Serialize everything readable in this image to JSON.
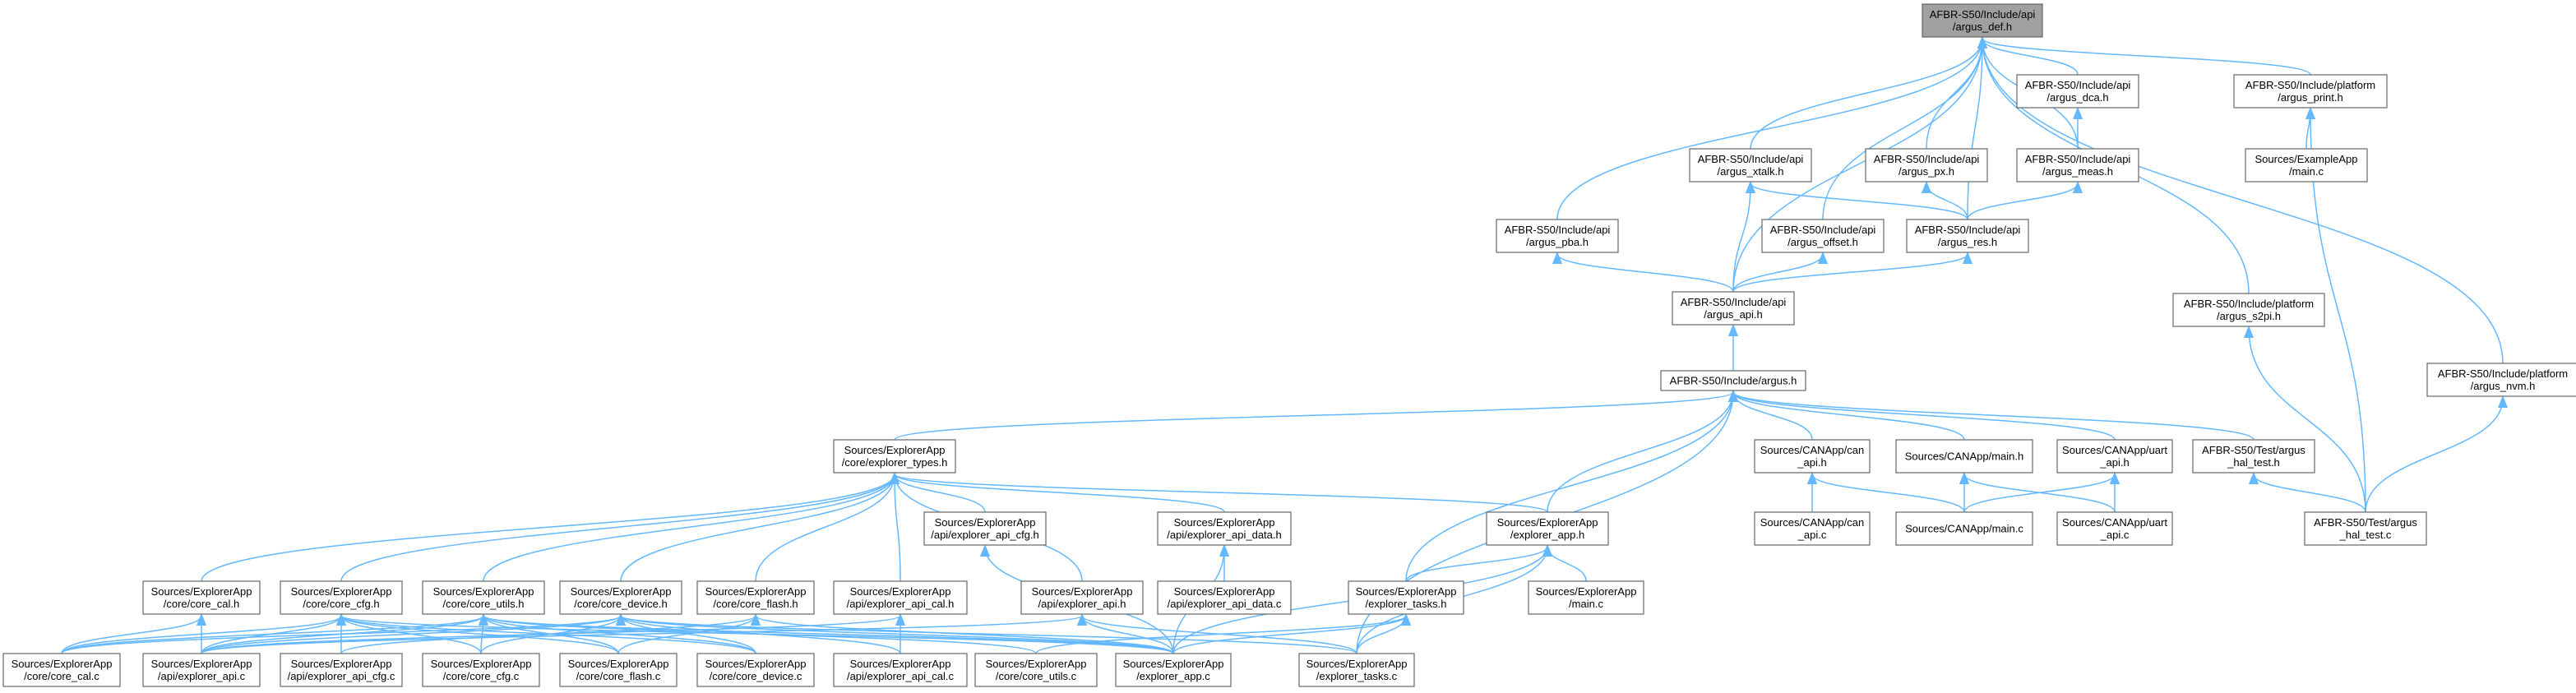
{
  "graph": {
    "nodes": [
      {
        "id": "argus_def",
        "lines": [
          "AFBR-S50/Include/api",
          "/argus_def.h"
        ],
        "highlighted": true
      },
      {
        "id": "argus_dca",
        "lines": [
          "AFBR-S50/Include/api",
          "/argus_dca.h"
        ]
      },
      {
        "id": "argus_print",
        "lines": [
          "AFBR-S50/Include/platform",
          "/argus_print.h"
        ]
      },
      {
        "id": "argus_xtalk",
        "lines": [
          "AFBR-S50/Include/api",
          "/argus_xtalk.h"
        ]
      },
      {
        "id": "argus_px",
        "lines": [
          "AFBR-S50/Include/api",
          "/argus_px.h"
        ]
      },
      {
        "id": "argus_meas",
        "lines": [
          "AFBR-S50/Include/api",
          "/argus_meas.h"
        ]
      },
      {
        "id": "example_main",
        "lines": [
          "Sources/ExampleApp",
          "/main.c"
        ]
      },
      {
        "id": "argus_pba",
        "lines": [
          "AFBR-S50/Include/api",
          "/argus_pba.h"
        ]
      },
      {
        "id": "argus_offset",
        "lines": [
          "AFBR-S50/Include/api",
          "/argus_offset.h"
        ]
      },
      {
        "id": "argus_res",
        "lines": [
          "AFBR-S50/Include/api",
          "/argus_res.h"
        ]
      },
      {
        "id": "argus_api",
        "lines": [
          "AFBR-S50/Include/api",
          "/argus_api.h"
        ]
      },
      {
        "id": "argus_s2pi",
        "lines": [
          "AFBR-S50/Include/platform",
          "/argus_s2pi.h"
        ]
      },
      {
        "id": "argus_nvm",
        "lines": [
          "AFBR-S50/Include/platform",
          "/argus_nvm.h"
        ]
      },
      {
        "id": "argus_h",
        "lines": [
          "AFBR-S50/Include/argus.h"
        ]
      },
      {
        "id": "explorer_types",
        "lines": [
          "Sources/ExplorerApp",
          "/core/explorer_types.h"
        ]
      },
      {
        "id": "can_api_h",
        "lines": [
          "Sources/CANApp/can",
          "_api.h"
        ]
      },
      {
        "id": "can_main_h",
        "lines": [
          "Sources/CANApp/main.h"
        ]
      },
      {
        "id": "uart_api_h",
        "lines": [
          "Sources/CANApp/uart",
          "_api.h"
        ]
      },
      {
        "id": "argus_hal_test_h",
        "lines": [
          "AFBR-S50/Test/argus",
          "_hal_test.h"
        ]
      },
      {
        "id": "api_cfg_h",
        "lines": [
          "Sources/ExplorerApp",
          "/api/explorer_api_cfg.h"
        ]
      },
      {
        "id": "api_data_h",
        "lines": [
          "Sources/ExplorerApp",
          "/api/explorer_api_data.h"
        ]
      },
      {
        "id": "explorer_app_h",
        "lines": [
          "Sources/ExplorerApp",
          "/explorer_app.h"
        ]
      },
      {
        "id": "can_api_c",
        "lines": [
          "Sources/CANApp/can",
          "_api.c"
        ]
      },
      {
        "id": "can_main_c",
        "lines": [
          "Sources/CANApp/main.c"
        ]
      },
      {
        "id": "uart_api_c",
        "lines": [
          "Sources/CANApp/uart",
          "_api.c"
        ]
      },
      {
        "id": "argus_hal_test_c",
        "lines": [
          "AFBR-S50/Test/argus",
          "_hal_test.c"
        ]
      },
      {
        "id": "core_cal_h",
        "lines": [
          "Sources/ExplorerApp",
          "/core/core_cal.h"
        ]
      },
      {
        "id": "core_cfg_h",
        "lines": [
          "Sources/ExplorerApp",
          "/core/core_cfg.h"
        ]
      },
      {
        "id": "core_utils_h",
        "lines": [
          "Sources/ExplorerApp",
          "/core/core_utils.h"
        ]
      },
      {
        "id": "core_device_h",
        "lines": [
          "Sources/ExplorerApp",
          "/core/core_device.h"
        ]
      },
      {
        "id": "core_flash_h",
        "lines": [
          "Sources/ExplorerApp",
          "/core/core_flash.h"
        ]
      },
      {
        "id": "api_cal_h",
        "lines": [
          "Sources/ExplorerApp",
          "/api/explorer_api_cal.h"
        ]
      },
      {
        "id": "api_h",
        "lines": [
          "Sources/ExplorerApp",
          "/api/explorer_api.h"
        ]
      },
      {
        "id": "api_data_c",
        "lines": [
          "Sources/ExplorerApp",
          "/api/explorer_api_data.c"
        ]
      },
      {
        "id": "explorer_tasks_h",
        "lines": [
          "Sources/ExplorerApp",
          "/explorer_tasks.h"
        ]
      },
      {
        "id": "explorer_main_c",
        "lines": [
          "Sources/ExplorerApp",
          "/main.c"
        ]
      },
      {
        "id": "core_cal_c",
        "lines": [
          "Sources/ExplorerApp",
          "/core/core_cal.c"
        ]
      },
      {
        "id": "api_c",
        "lines": [
          "Sources/ExplorerApp",
          "/api/explorer_api.c"
        ]
      },
      {
        "id": "api_cfg_c",
        "lines": [
          "Sources/ExplorerApp",
          "/api/explorer_api_cfg.c"
        ]
      },
      {
        "id": "core_cfg_c",
        "lines": [
          "Sources/ExplorerApp",
          "/core/core_cfg.c"
        ]
      },
      {
        "id": "core_flash_c",
        "lines": [
          "Sources/ExplorerApp",
          "/core/core_flash.c"
        ]
      },
      {
        "id": "core_device_c",
        "lines": [
          "Sources/ExplorerApp",
          "/core/core_device.c"
        ]
      },
      {
        "id": "api_cal_c",
        "lines": [
          "Sources/ExplorerApp",
          "/api/explorer_api_cal.c"
        ]
      },
      {
        "id": "core_utils_c",
        "lines": [
          "Sources/ExplorerApp",
          "/core/core_utils.c"
        ]
      },
      {
        "id": "explorer_app_c",
        "lines": [
          "Sources/ExplorerApp",
          "/explorer_app.c"
        ]
      },
      {
        "id": "explorer_tasks_c",
        "lines": [
          "Sources/ExplorerApp",
          "/explorer_tasks.c"
        ]
      }
    ],
    "edges": [
      [
        "argus_dca",
        "argus_def"
      ],
      [
        "argus_print",
        "argus_def"
      ],
      [
        "argus_xtalk",
        "argus_def"
      ],
      [
        "argus_px",
        "argus_def"
      ],
      [
        "argus_meas",
        "argus_def"
      ],
      [
        "argus_pba",
        "argus_def"
      ],
      [
        "argus_offset",
        "argus_def"
      ],
      [
        "argus_res",
        "argus_def"
      ],
      [
        "argus_api",
        "argus_def"
      ],
      [
        "argus_s2pi",
        "argus_def"
      ],
      [
        "argus_nvm",
        "argus_def"
      ],
      [
        "argus_meas",
        "argus_dca"
      ],
      [
        "example_main",
        "argus_print"
      ],
      [
        "argus_hal_test_c",
        "argus_print"
      ],
      [
        "argus_res",
        "argus_xtalk"
      ],
      [
        "argus_api",
        "argus_xtalk"
      ],
      [
        "argus_res",
        "argus_px"
      ],
      [
        "argus_res",
        "argus_meas"
      ],
      [
        "argus_api",
        "argus_pba"
      ],
      [
        "argus_api",
        "argus_offset"
      ],
      [
        "argus_api",
        "argus_res"
      ],
      [
        "argus_hal_test_c",
        "argus_s2pi"
      ],
      [
        "argus_hal_test_c",
        "argus_nvm"
      ],
      [
        "argus_h",
        "argus_api"
      ],
      [
        "explorer_types",
        "argus_h"
      ],
      [
        "can_api_h",
        "argus_h"
      ],
      [
        "can_main_h",
        "argus_h"
      ],
      [
        "uart_api_h",
        "argus_h"
      ],
      [
        "argus_hal_test_h",
        "argus_h"
      ],
      [
        "explorer_app_h",
        "argus_h"
      ],
      [
        "explorer_tasks_h",
        "argus_h"
      ],
      [
        "explorer_tasks_c",
        "argus_h"
      ],
      [
        "can_api_c",
        "can_api_h"
      ],
      [
        "can_main_c",
        "can_api_h"
      ],
      [
        "can_main_c",
        "can_main_h"
      ],
      [
        "uart_api_c",
        "can_main_h"
      ],
      [
        "can_main_c",
        "uart_api_h"
      ],
      [
        "uart_api_c",
        "uart_api_h"
      ],
      [
        "argus_hal_test_c",
        "argus_hal_test_h"
      ],
      [
        "core_cal_h",
        "explorer_types"
      ],
      [
        "core_cfg_h",
        "explorer_types"
      ],
      [
        "core_utils_h",
        "explorer_types"
      ],
      [
        "core_device_h",
        "explorer_types"
      ],
      [
        "core_flash_h",
        "explorer_types"
      ],
      [
        "api_cal_h",
        "explorer_types"
      ],
      [
        "api_h",
        "explorer_types"
      ],
      [
        "api_cfg_h",
        "explorer_types"
      ],
      [
        "api_data_h",
        "explorer_types"
      ],
      [
        "explorer_app_h",
        "explorer_types"
      ],
      [
        "api_data_c",
        "api_data_h"
      ],
      [
        "explorer_app_c",
        "api_data_h"
      ],
      [
        "explorer_app_c",
        "api_cfg_h"
      ],
      [
        "explorer_tasks_h",
        "explorer_app_h"
      ],
      [
        "explorer_main_c",
        "explorer_app_h"
      ],
      [
        "explorer_app_c",
        "explorer_app_h"
      ],
      [
        "explorer_tasks_c",
        "explorer_app_h"
      ],
      [
        "core_cal_c",
        "core_cal_h"
      ],
      [
        "api_c",
        "core_cal_h"
      ],
      [
        "core_cal_c",
        "core_cfg_h"
      ],
      [
        "api_c",
        "core_cfg_h"
      ],
      [
        "api_cfg_c",
        "core_cfg_h"
      ],
      [
        "core_cfg_c",
        "core_cfg_h"
      ],
      [
        "core_flash_c",
        "core_cfg_h"
      ],
      [
        "core_device_c",
        "core_cfg_h"
      ],
      [
        "explorer_app_c",
        "core_cfg_h"
      ],
      [
        "core_cal_c",
        "core_utils_h"
      ],
      [
        "api_c",
        "core_utils_h"
      ],
      [
        "core_cfg_c",
        "core_utils_h"
      ],
      [
        "core_flash_c",
        "core_utils_h"
      ],
      [
        "core_device_c",
        "core_utils_h"
      ],
      [
        "core_utils_c",
        "core_utils_h"
      ],
      [
        "explorer_app_c",
        "core_utils_h"
      ],
      [
        "core_cal_c",
        "core_device_h"
      ],
      [
        "api_c",
        "core_device_h"
      ],
      [
        "core_cfg_c",
        "core_device_h"
      ],
      [
        "core_device_c",
        "core_device_h"
      ],
      [
        "api_cal_c",
        "core_device_h"
      ],
      [
        "explorer_app_c",
        "core_device_h"
      ],
      [
        "explorer_tasks_c",
        "core_device_h"
      ],
      [
        "api_cfg_c",
        "core_flash_h"
      ],
      [
        "core_flash_c",
        "core_flash_h"
      ],
      [
        "explorer_app_c",
        "core_flash_h"
      ],
      [
        "api_cal_c",
        "api_cal_h"
      ],
      [
        "api_c",
        "api_cal_h"
      ],
      [
        "api_c",
        "api_h"
      ],
      [
        "explorer_app_c",
        "api_h"
      ],
      [
        "explorer_tasks_c",
        "api_h"
      ],
      [
        "explorer_app_c",
        "explorer_tasks_h"
      ],
      [
        "explorer_tasks_c",
        "explorer_tasks_h"
      ],
      [
        "core_utils_c",
        "explorer_tasks_h"
      ]
    ]
  }
}
